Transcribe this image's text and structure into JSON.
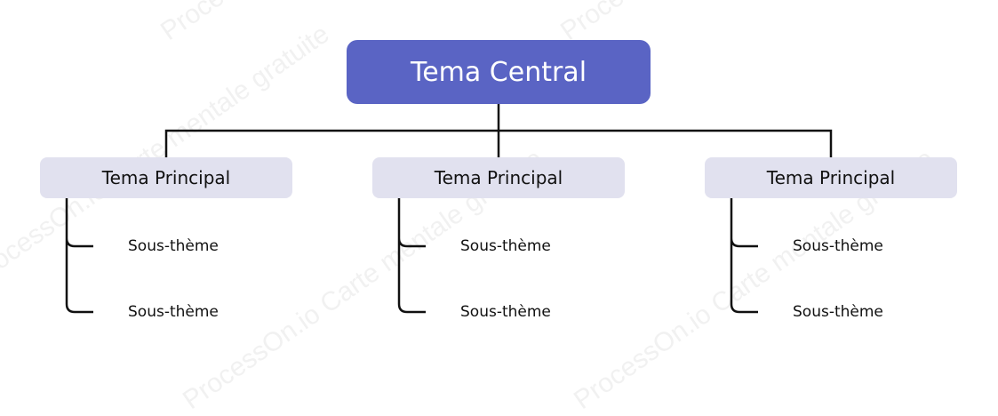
{
  "colors": {
    "central_fill": "#5a64c4",
    "main_topic_fill": "#e1e1ef",
    "line": "#111111"
  },
  "watermark": "ProcessOn.io Carte mentale gratuite",
  "central": {
    "label": "Tema Central"
  },
  "branches": [
    {
      "label": "Tema Principal",
      "subtopics": [
        "Sous-thème",
        "Sous-thème"
      ]
    },
    {
      "label": "Tema Principal",
      "subtopics": [
        "Sous-thème",
        "Sous-thème"
      ]
    },
    {
      "label": "Tema Principal",
      "subtopics": [
        "Sous-thème",
        "Sous-thème"
      ]
    }
  ]
}
